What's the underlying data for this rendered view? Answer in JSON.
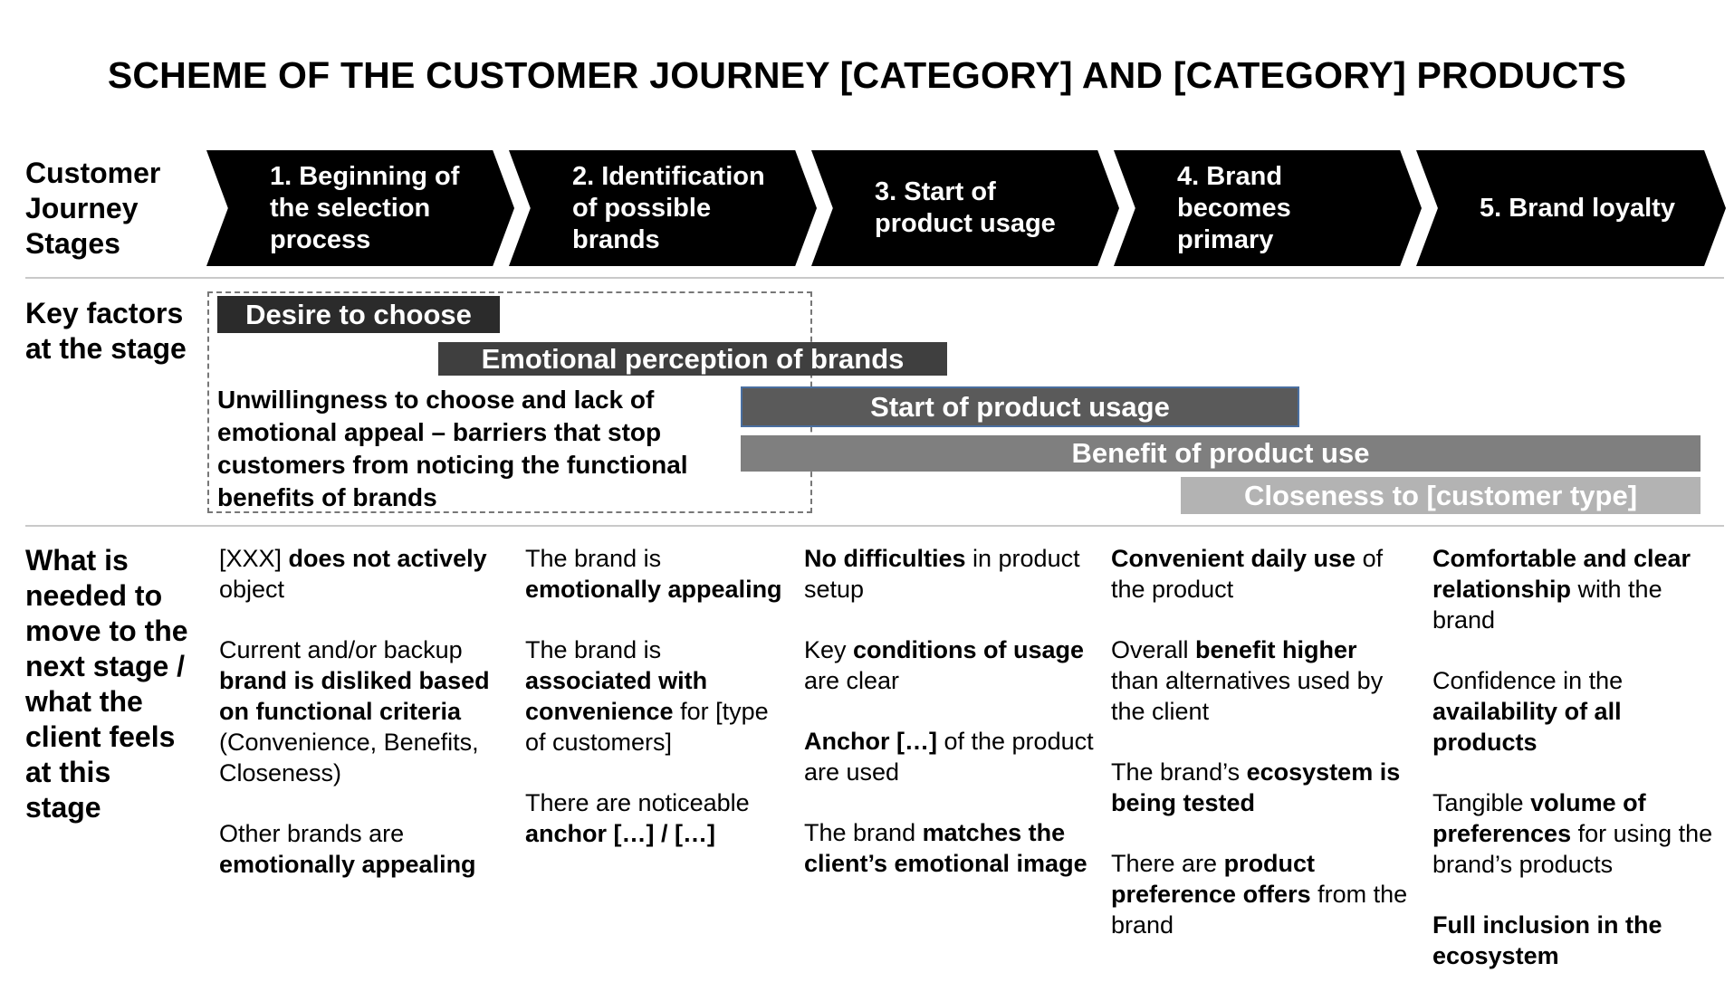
{
  "title": "SCHEME OF THE CUSTOMER JOURNEY [CATEGORY] AND [CATEGORY] PRODUCTS",
  "row_labels": {
    "stages": [
      "Customer",
      "Journey",
      "Stages"
    ],
    "factors": [
      "Key factors",
      "at the stage"
    ],
    "needs": [
      "What is",
      "needed to",
      "move to the",
      "next stage /",
      "what the",
      "client feels",
      "at this",
      "stage"
    ]
  },
  "stages": [
    {
      "lines": [
        "1. Beginning of",
        "the selection",
        "process"
      ]
    },
    {
      "lines": [
        "2. Identification",
        "of possible",
        "brands"
      ]
    },
    {
      "lines": [
        "3. Start of",
        "product usage"
      ]
    },
    {
      "lines": [
        "4. Brand",
        "becomes",
        "primary"
      ]
    },
    {
      "lines": [
        "5. Brand loyalty"
      ]
    }
  ],
  "factors": [
    {
      "label": "Desire to choose",
      "color": "#2b2b2b"
    },
    {
      "label": "Emotional perception of brands",
      "color": "#3f3f3f"
    },
    {
      "label": "Start of product usage",
      "color": "#5a5a5a",
      "border": "#4a6fa0"
    },
    {
      "label": "Benefit of product use",
      "color": "#7f7f7f"
    },
    {
      "label": "Closeness to [customer type]",
      "color": "#b3b3b3"
    }
  ],
  "barrier_note": "Unwillingness to choose and lack of emotional appeal – barriers that stop customers from noticing the functional benefits of brands",
  "needs": [
    [
      [
        {
          "t": "[XXX] "
        },
        {
          "t": "does not actively",
          "b": true
        },
        {
          "t": " object"
        }
      ],
      [
        {
          "t": "Current and/or backup "
        },
        {
          "t": "brand is disliked based on functional criteria",
          "b": true
        },
        {
          "t": " (Convenience, Benefits, Closeness)"
        }
      ],
      [
        {
          "t": "Other brands are "
        },
        {
          "t": "emotionally appealing",
          "b": true
        }
      ]
    ],
    [
      [
        {
          "t": "The brand is "
        },
        {
          "t": "emotionally appealing",
          "b": true
        }
      ],
      [
        {
          "t": "The brand is "
        },
        {
          "t": "associated with convenience",
          "b": true
        },
        {
          "t": " for [type of customers]"
        }
      ],
      [
        {
          "t": "There are noticeable "
        },
        {
          "t": "anchor […] / […]",
          "b": true
        }
      ]
    ],
    [
      [
        {
          "t": "No difficulties",
          "b": true
        },
        {
          "t": " in product setup"
        }
      ],
      [
        {
          "t": "Key "
        },
        {
          "t": "conditions of usage",
          "b": true
        },
        {
          "t": " are clear"
        }
      ],
      [
        {
          "t": "Anchor […]",
          "b": true
        },
        {
          "t": " of the product are used"
        }
      ],
      [
        {
          "t": "The brand "
        },
        {
          "t": "matches the client’s emotional image",
          "b": true
        }
      ]
    ],
    [
      [
        {
          "t": "Convenient daily use",
          "b": true
        },
        {
          "t": " of the product"
        }
      ],
      [
        {
          "t": "Overall "
        },
        {
          "t": "benefit higher",
          "b": true
        },
        {
          "t": " than alternatives used by the client"
        }
      ],
      [
        {
          "t": "The brand’s "
        },
        {
          "t": "ecosystem",
          "b": true
        },
        {
          "t": " "
        },
        {
          "t": "is being tested",
          "b": true
        }
      ],
      [
        {
          "t": "There are "
        },
        {
          "t": "product preference offers",
          "b": true
        },
        {
          "t": " from the brand"
        }
      ]
    ],
    [
      [
        {
          "t": "Comfortable and clear relationship",
          "b": true
        },
        {
          "t": " with the brand"
        }
      ],
      [
        {
          "t": "Confidence in the "
        },
        {
          "t": "availability of all products",
          "b": true
        }
      ],
      [
        {
          "t": "Tangible "
        },
        {
          "t": "volume of preferences",
          "b": true
        },
        {
          "t": " for using the brand’s products"
        }
      ],
      [
        {
          "t": "Full inclusion in the ecosystem",
          "b": true
        }
      ]
    ]
  ]
}
